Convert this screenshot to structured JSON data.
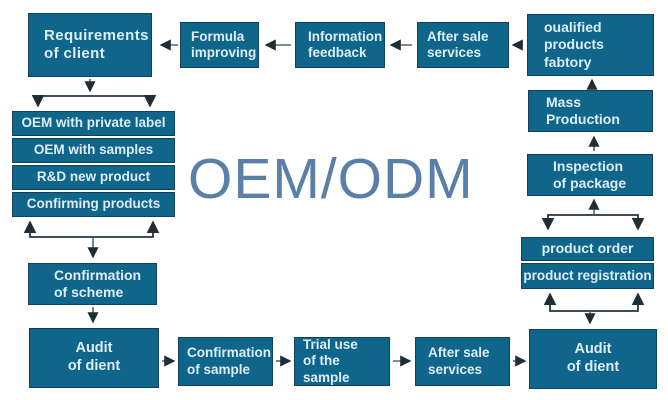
{
  "title": "OEM/ODM",
  "colors": {
    "background": "#ffffff",
    "box_fill": "#10658a",
    "box_border": "#11425c",
    "box_text": "#ddeef8",
    "arrow_line": "#5a666e",
    "bracket": "#24343f",
    "arrow_head": "#1f2d36",
    "title_color": "#5a7fa8"
  },
  "nodes": {
    "requirements": {
      "label": "Requirements\nof client"
    },
    "formula": {
      "label": "Formula\nimproving"
    },
    "feedback": {
      "label": "Information\nfeedback"
    },
    "after_sale_top": {
      "label": "After sale\nservices"
    },
    "factory": {
      "label": "oualified\nproducts fabtory"
    },
    "oem_private_label": {
      "label": "OEM with private label"
    },
    "oem_samples": {
      "label": "OEM with samples"
    },
    "rd_new_product": {
      "label": "R&D new product"
    },
    "confirming_products": {
      "label": "Confirming products"
    },
    "confirmation_scheme": {
      "label": "Confirmation\nof scheme"
    },
    "audit_left": {
      "label": "Audit\nof dient"
    },
    "confirmation_sample": {
      "label": "Confirmation\nof sample"
    },
    "trial_use": {
      "label": "Trial use\nof the sample"
    },
    "after_sale_bottom": {
      "label": "After sale\nservices"
    },
    "audit_right": {
      "label": "Audit\nof dient"
    },
    "product_order": {
      "label": "product order"
    },
    "product_registration": {
      "label": "product registration"
    },
    "inspection_package": {
      "label": "Inspection\nof package"
    },
    "mass_production": {
      "label": "Mass\nProduction"
    }
  }
}
